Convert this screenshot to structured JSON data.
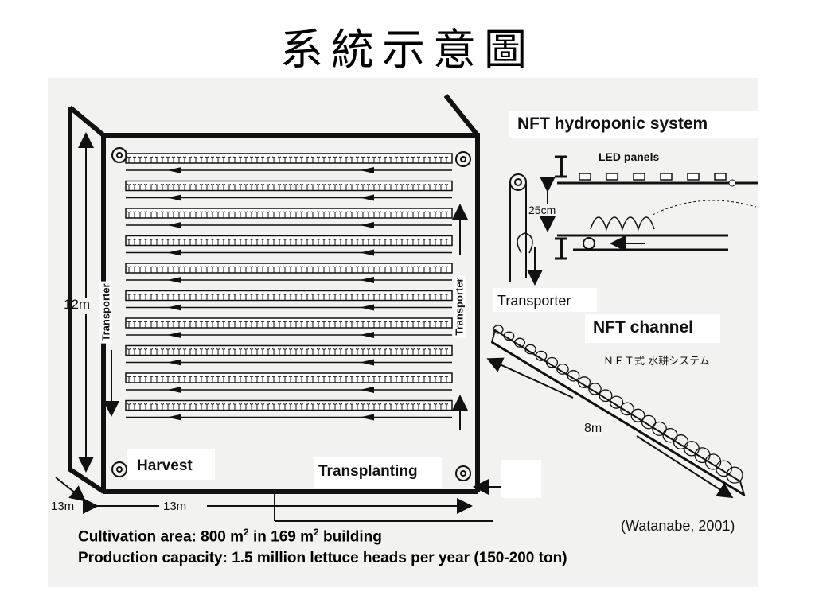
{
  "title": "系統示意圖",
  "labels": {
    "nft_system": "NFT hydroponic system",
    "led_panels": "LED panels",
    "spacing": "25cm",
    "transporter_right": "Transporter",
    "nft_channel": "NFT channel",
    "nft_channel_jp": "ＮＦＴ式 水耕システム",
    "channel_length": "8m",
    "transporter_left_vertical": "Transporter",
    "transporter_mid_vertical": "Transporter",
    "height": "12m",
    "depth": "13m",
    "width": "13m",
    "harvest": "Harvest",
    "transplanting": "Transplanting"
  },
  "footer": {
    "line1_prefix": "Cultivation area: 800 m",
    "line1_sup1": "2",
    "line1_mid": " in 169 m",
    "line1_sup2": "2",
    "line1_suffix": " building",
    "line2": "Production capacity: 1.5 million lettuce heads per year (150-200 ton)"
  },
  "citation": "(Watanabe, 2001)"
}
